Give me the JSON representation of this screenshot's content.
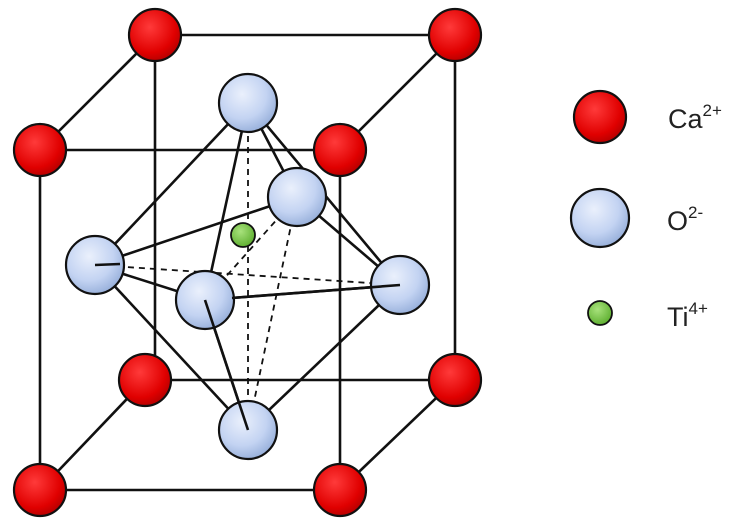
{
  "structure": {
    "colors": {
      "calcium": "#e00000",
      "oxygen": "#c3d3f2",
      "titanium": "#6cc23c",
      "edge": "#111111"
    }
  },
  "legend": [
    {
      "symbol": "Ca",
      "charge": "2+",
      "color": "#e00000"
    },
    {
      "symbol": "O",
      "charge": "2-",
      "color": "#c3d3f2"
    },
    {
      "symbol": "Ti",
      "charge": "4+",
      "color": "#6cc23c"
    }
  ]
}
